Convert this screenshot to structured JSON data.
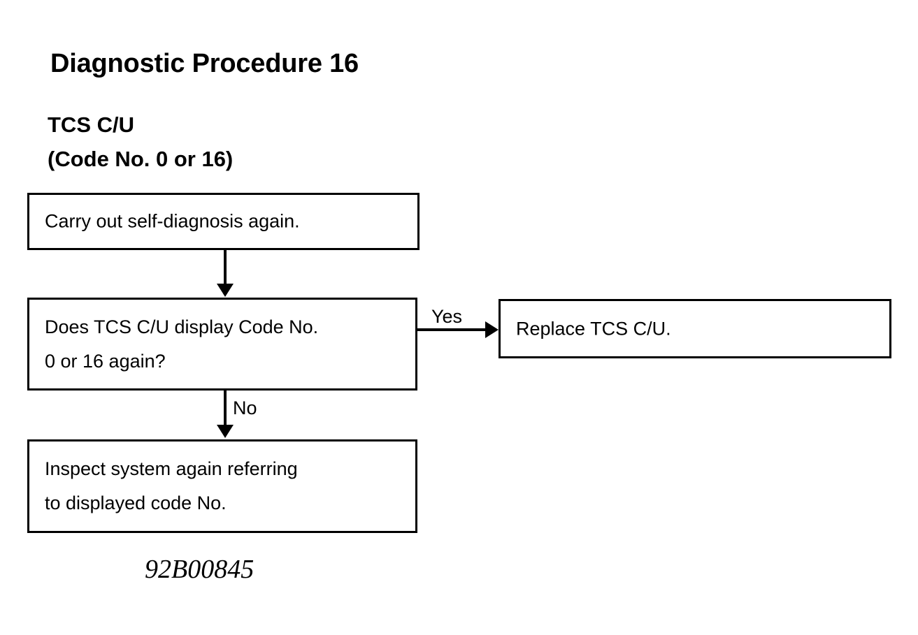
{
  "document": {
    "title": "Diagnostic Procedure 16",
    "subtitle_line1": "TCS C/U",
    "subtitle_line2": "(Code No. 0 or 16)",
    "caption": "92B00845"
  },
  "colors": {
    "ink": "#000000",
    "paper": "#ffffff"
  },
  "chart_data": {
    "type": "diagram",
    "title": "Diagnostic Procedure 16",
    "subtitle": "TCS C/U (Code No. 0 or 16)",
    "nodes": [
      {
        "id": "self-diagnosis",
        "shape": "rectangle",
        "lines": [
          "Carry out self-diagnosis again."
        ]
      },
      {
        "id": "decision",
        "shape": "rectangle",
        "lines": [
          "Does TCS C/U display Code No.",
          "0 or 16 again?"
        ]
      },
      {
        "id": "replace-cu",
        "shape": "rectangle",
        "lines": [
          "Replace TCS C/U."
        ]
      },
      {
        "id": "inspect-system",
        "shape": "rectangle",
        "lines": [
          "Inspect system again referring",
          "to displayed code No."
        ]
      }
    ],
    "edges": [
      {
        "from": "self-diagnosis",
        "to": "decision",
        "label": "",
        "direction": "down"
      },
      {
        "from": "decision",
        "to": "replace-cu",
        "label": "Yes",
        "direction": "right"
      },
      {
        "from": "decision",
        "to": "inspect-system",
        "label": "No",
        "direction": "down"
      }
    ]
  },
  "flow": {
    "box_self_diagnosis": {
      "line1": "Carry out self-diagnosis again."
    },
    "box_decision": {
      "line1": "Does TCS C/U display Code No.",
      "line2": "0 or 16 again?"
    },
    "box_replace_cu": {
      "line1": "Replace TCS C/U."
    },
    "box_inspect_system": {
      "line1": "Inspect system again referring",
      "line2": "to displayed code No."
    },
    "labels": {
      "yes": "Yes",
      "no": "No"
    }
  }
}
